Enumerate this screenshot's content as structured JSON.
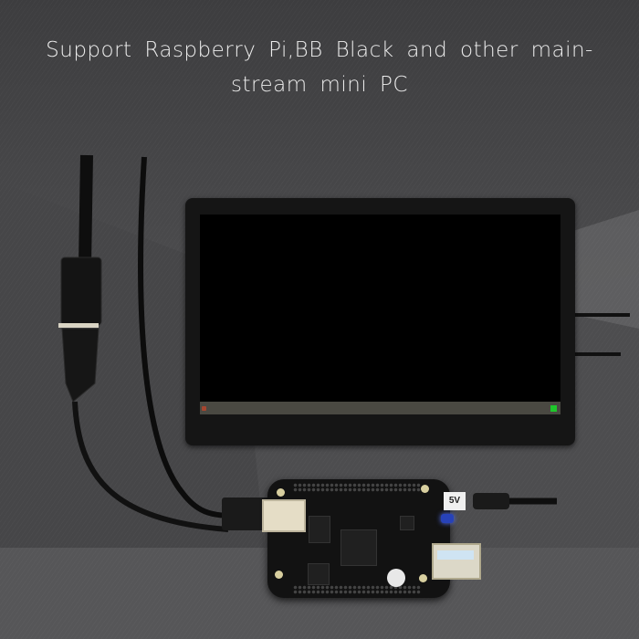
{
  "headline": {
    "line1": "Support Raspberry Pi,BB Black and other main-",
    "line2": "stream mini PC"
  },
  "scene": {
    "monitor": {
      "label": "HDMI display",
      "screen_color": "#000000",
      "taskbar_color": "#4a4942",
      "tray_indicator_color": "#1ec72b"
    },
    "board": {
      "name": "BeagleBone Black",
      "power_label": "5V"
    },
    "cables": [
      "hdmi-cable",
      "usb-cable",
      "power-cable"
    ]
  },
  "colors": {
    "background": "#5a5a5c",
    "background_dark": "#3c3c3e",
    "text": "#ececec"
  }
}
